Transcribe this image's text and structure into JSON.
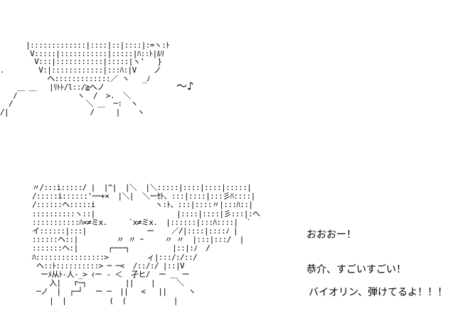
{
  "art": {
    "top": " \n      |:::::::::::::|::::|::|::::|:=ヽ:ﾄ\n       V:::::|:::::::::::|:::::|ﾊ::ﾄ|ﾙﾘ\n        V:::|:::::::::::|:::::|ヽ'   }\n.        V:|::::::::::::|:::ﾊ:|V    ノ\n           ヘ:::::::::::::／ ヽ   _ﾉ\n    ＿ ＿   |ﾘﾄﾄ/l::/≧へノ\n   /              ヽ  /  >.  ＼\n  /                 ＼ ＿  ─:  ヽ\n/|                   /     |    ヽ",
    "bottom": "〃/:::i:::::/ |  |^|  |＼  |＼:::::|::::|::::|:::::|\n/:::::i::::::'──+×  |＼|  ＼ーｾﾄ、:::|::::|:::彡ﾊ::::|\n/::::::ヘ:::::i              ヽ:ﾄ、:::|::::〃|:::ﾊ::|\n::::::::::ヽ::|                   |::::|::::|彡:::|:ヘ\n:::::::::::ﾊ×≠ミx.     `x≠ミx.  |::::::|:::ﾊ::::|  `\nイ::::::|:::|              ー    ／/|::::|::::ﾉ |\n::::::ヘ::|         〃 〃 ｰ     〃 〃  |:::|:::/  |\n:::::::ヘ:|       ┌───┐          |::|:ﾉ  /\nﾊ::::::::::::::::>         ィ|:::/:/::/\n ヘ::ﾄ::::::::::> ─ ─<  /::/:/ |::|V\n  ーﾒ从ﾄ-人-_> ｨー - ＜  孑ヒ/  ー ＿ ー  \n    入|   r─┐         ||    |     ＼\n ─ノ  |  ┌─┘   ー ─  ||   <   ||     ヽ\n    |  |          (  (           |"
  },
  "music": "～♪",
  "dialogue": {
    "line1": "おおおー！",
    "line2": "恭介、すごいすごい！",
    "line3": "バイオリン、弾けてるよ！！！"
  }
}
